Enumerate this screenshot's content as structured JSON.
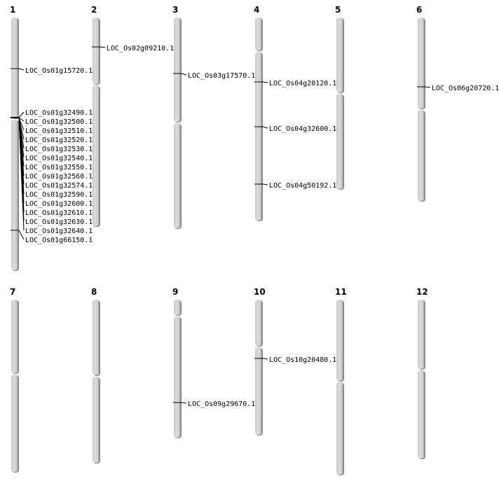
{
  "chromosomes": [
    {
      "label": "1",
      "genes": [
        "LOC_Os01g15720.1",
        "LOC_Os01g32490.1",
        "LOC_Os01g32500.1",
        "LOC_Os01g32510.1",
        "LOC_Os01g32520.1",
        "LOC_Os01g32530.1",
        "LOC_Os01g32540.1",
        "LOC_Os01g32550.1",
        "LOC_Os01g32560.1",
        "LOC_Os01g32574.1",
        "LOC_Os01g32590.1",
        "LOC_Os01g32600.1",
        "LOC_Os01g32610.1",
        "LOC_Os01g32630.1",
        "LOC_Os01g32640.1",
        "LOC_Os01g66150.1"
      ]
    },
    {
      "label": "2",
      "genes": [
        "LOC_Os02g09210.1"
      ]
    },
    {
      "label": "3",
      "genes": [
        "LOC_Os03g17570.1"
      ]
    },
    {
      "label": "4",
      "genes": [
        "LOC_Os04g20120.1",
        "LOC_Os04g32600.1",
        "LOC_Os04g50192.1"
      ]
    },
    {
      "label": "5",
      "genes": []
    },
    {
      "label": "6",
      "genes": [
        "LOC_Os06g20720.1"
      ]
    },
    {
      "label": "7",
      "genes": []
    },
    {
      "label": "8",
      "genes": []
    },
    {
      "label": "9",
      "genes": [
        "LOC_Os09g29670.1"
      ]
    },
    {
      "label": "10",
      "genes": [
        "LOC_Os10g20480.1"
      ]
    },
    {
      "label": "11",
      "genes": []
    },
    {
      "label": "12",
      "genes": []
    }
  ],
  "colors": {
    "chromosome": "#d4d4d4",
    "shadow": "#808080",
    "marker": "#000000"
  }
}
